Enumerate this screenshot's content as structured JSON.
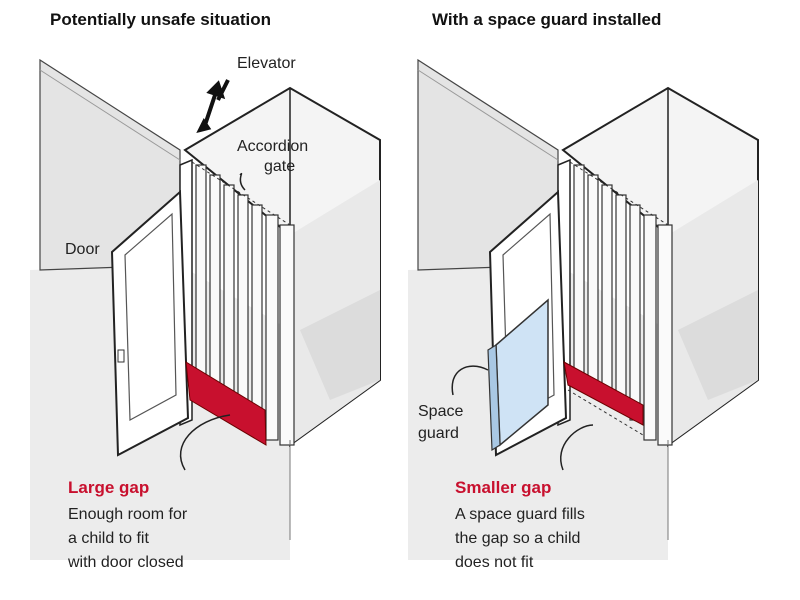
{
  "left_panel": {
    "title": "Potentially unsafe situation",
    "labels": {
      "elevator": "Elevator",
      "gate_line1": "Accordion",
      "gate_line2": "gate",
      "door": "Door"
    },
    "gap_title": "Large gap",
    "gap_desc": [
      "Enough room for",
      "a child to fit",
      "with door closed"
    ]
  },
  "right_panel": {
    "title": "With a space guard installed",
    "labels": {
      "guard_line1": "Space",
      "guard_line2": "guard"
    },
    "gap_title": "Smaller gap",
    "gap_desc": [
      "A space guard fills",
      "the gap so a child",
      "does not fit"
    ]
  },
  "colors": {
    "gap_red": "#c8102e",
    "guard_blue": "#cfe3f5",
    "wall": "#e6e6e6"
  }
}
